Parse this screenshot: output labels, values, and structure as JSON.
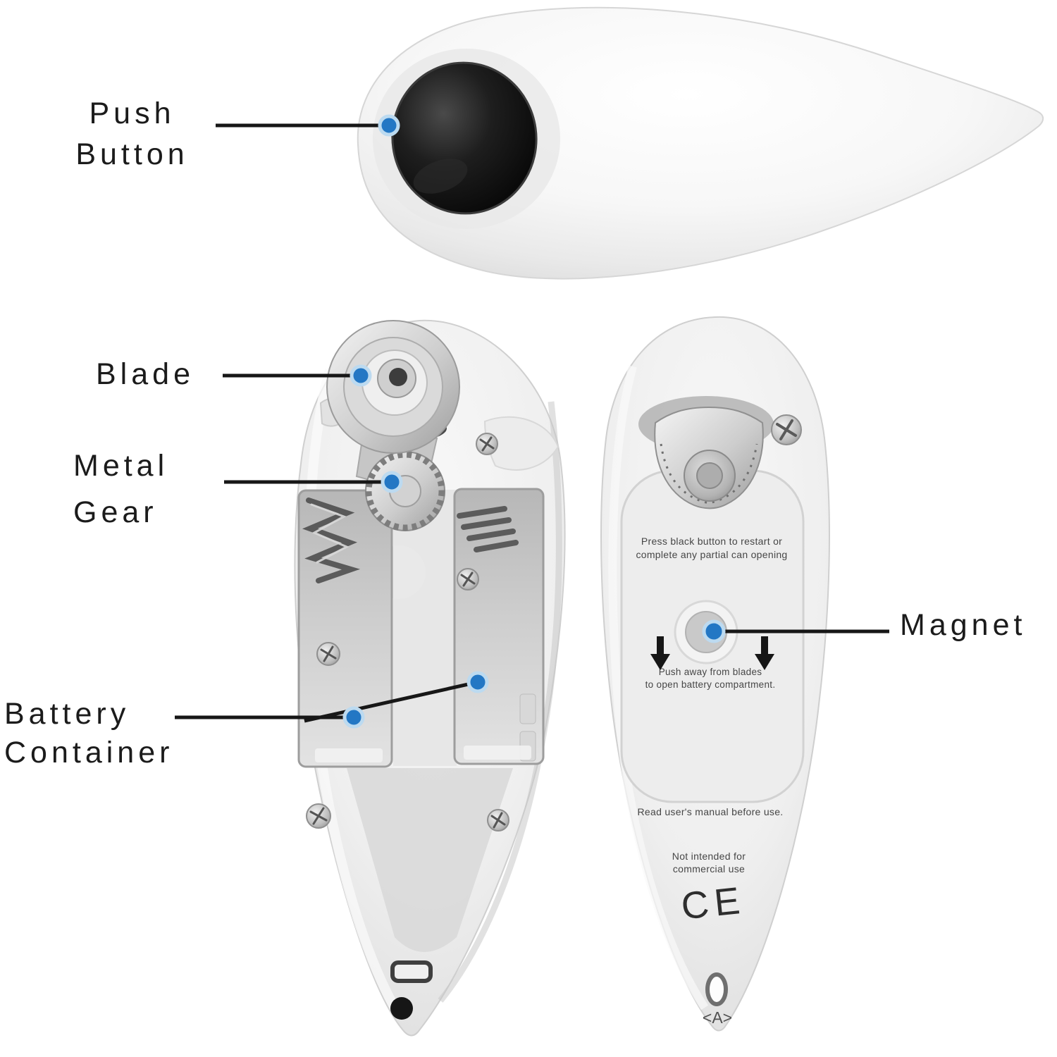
{
  "labels": {
    "push_button": {
      "line1": "Push",
      "line2": "Button"
    },
    "blade": {
      "line1": "Blade"
    },
    "metal_gear": {
      "line1": "Metal",
      "line2": "Gear"
    },
    "battery_container": {
      "line1": "Battery",
      "line2": "Container"
    },
    "magnet": {
      "line1": "Magnet"
    }
  },
  "device_text": {
    "restart_line1": "Press black button to restart or",
    "restart_line2": "complete any partial can opening",
    "push_away_line1": "Push away from blades",
    "push_away_line2": "to open battery compartment.",
    "manual_note": "Read user's manual before use.",
    "commercial_line1": "Not intended for",
    "commercial_line2": "commercial use",
    "ce_mark": "CE",
    "mold_mark": "<A>"
  },
  "colors": {
    "callout_dot": "#2377c4",
    "callout_dot_halo": "#bcdaf0",
    "callout_line": "#171717",
    "label_text": "#1b1b1b",
    "background": "#ffffff"
  }
}
